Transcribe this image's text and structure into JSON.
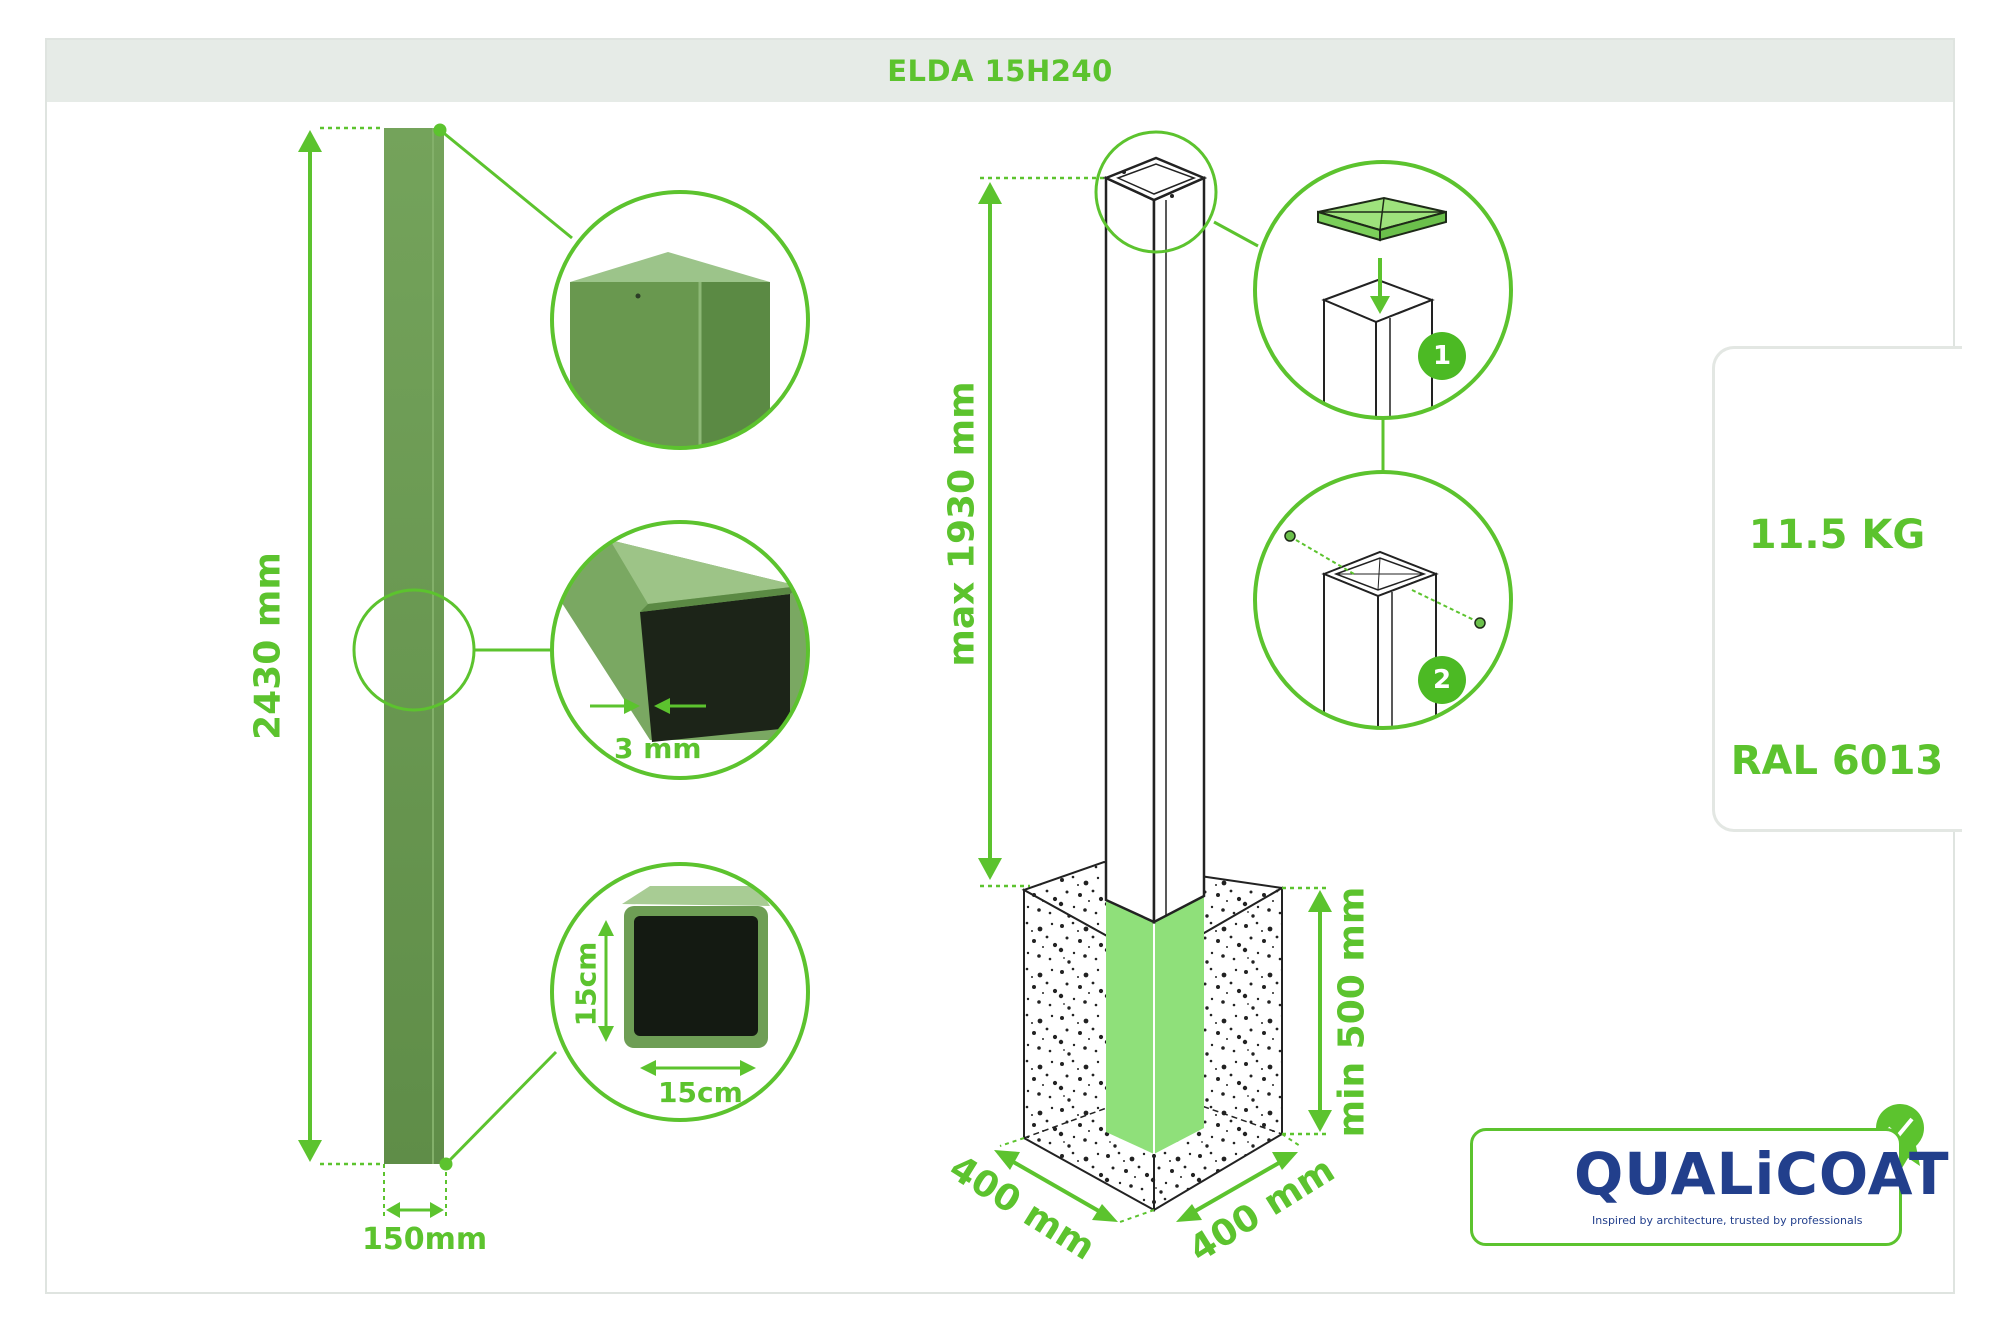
{
  "header": {
    "title": "ELDA 15H240"
  },
  "dimensions": {
    "total_height": "2430 mm",
    "post_width": "150mm",
    "wall_thickness": "3 mm",
    "section_height": "15cm",
    "section_width": "15cm",
    "max_above_ground": "max 1930 mm",
    "min_depth": "min 500 mm",
    "foundation_length": "400 mm",
    "foundation_width": "400 mm"
  },
  "steps": {
    "step1": "1",
    "step2": "2"
  },
  "specs": {
    "weight": "11.5 KG",
    "weight_icon": "weight-icon",
    "color_name": "RAL 6013",
    "color_hex": "#6c9a55"
  },
  "certification": {
    "logo_word": "QUALiCOAT",
    "tagline": "Inspired by architecture, trusted by professionals"
  },
  "colors": {
    "accent": "#5cc32e",
    "post_green": "#6f9f56",
    "header_bg": "#e6ebe7"
  }
}
